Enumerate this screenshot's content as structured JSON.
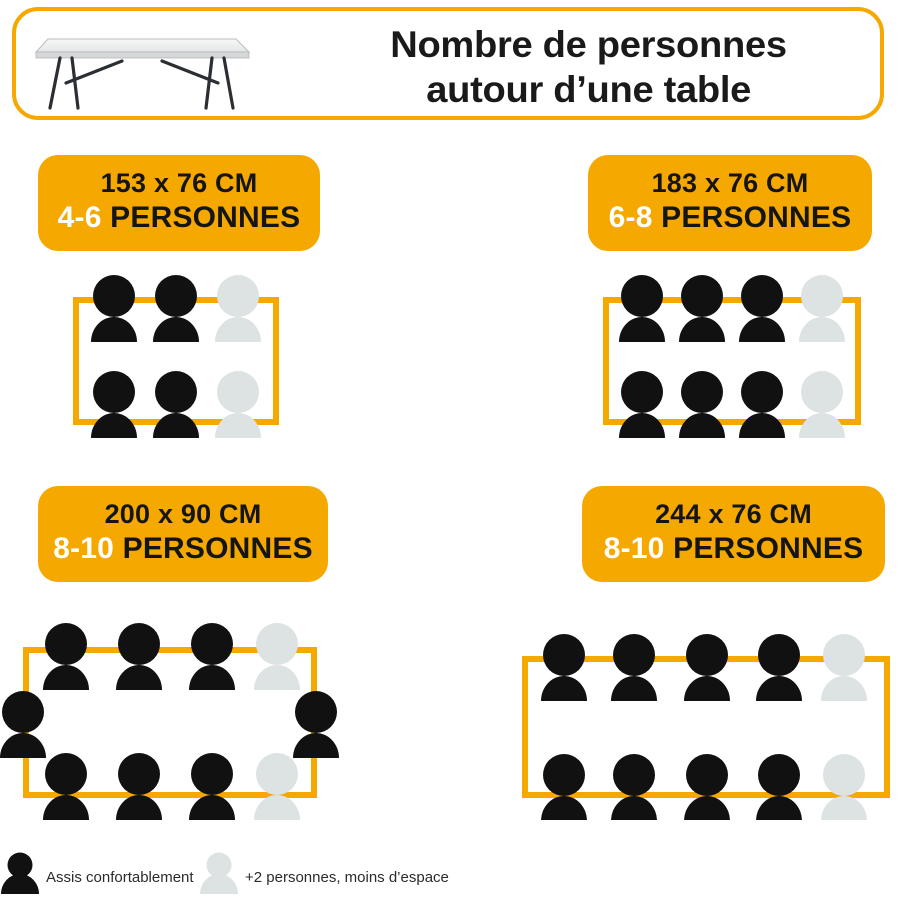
{
  "header": {
    "title_line1": "Nombre de personnes",
    "title_line2": "autour d’une table",
    "photo_alt": "folding-table-photo"
  },
  "colors": {
    "accent_orange": "#F5A800",
    "person_black": "#111111",
    "person_gray": "#dde2e2",
    "text_dark": "#151515",
    "count_white": "#ffffff"
  },
  "tables": [
    {
      "id": "table-153x76",
      "dimensions": "153 x 76 CM",
      "capacity_count": "4-6",
      "capacity_word": "PERSONNES",
      "seats_black": 4,
      "seats_gray": 2,
      "layout": {
        "top_black": 2,
        "top_gray": 1,
        "bottom_black": 2,
        "bottom_gray": 1,
        "left_black": 0,
        "right_black": 0
      }
    },
    {
      "id": "table-183x76",
      "dimensions": "183 x 76 CM",
      "capacity_count": "6-8",
      "capacity_word": "PERSONNES",
      "seats_black": 6,
      "seats_gray": 2,
      "layout": {
        "top_black": 3,
        "top_gray": 1,
        "bottom_black": 3,
        "bottom_gray": 1,
        "left_black": 0,
        "right_black": 0
      }
    },
    {
      "id": "table-200x90",
      "dimensions": "200 x 90 CM",
      "capacity_count": "8-10",
      "capacity_word": "PERSONNES",
      "seats_black": 8,
      "seats_gray": 2,
      "layout": {
        "top_black": 3,
        "top_gray": 1,
        "bottom_black": 3,
        "bottom_gray": 1,
        "left_black": 1,
        "right_black": 1
      }
    },
    {
      "id": "table-244x76",
      "dimensions": "244 x 76 CM",
      "capacity_count": "8-10",
      "capacity_word": "PERSONNES",
      "seats_black": 8,
      "seats_gray": 2,
      "layout": {
        "top_black": 4,
        "top_gray": 1,
        "bottom_black": 4,
        "bottom_gray": 1,
        "left_black": 0,
        "right_black": 0
      }
    }
  ],
  "legend": {
    "comfortable_label": "Assis confortablement",
    "extra_label": "+2 personnes, moins d’espace"
  }
}
